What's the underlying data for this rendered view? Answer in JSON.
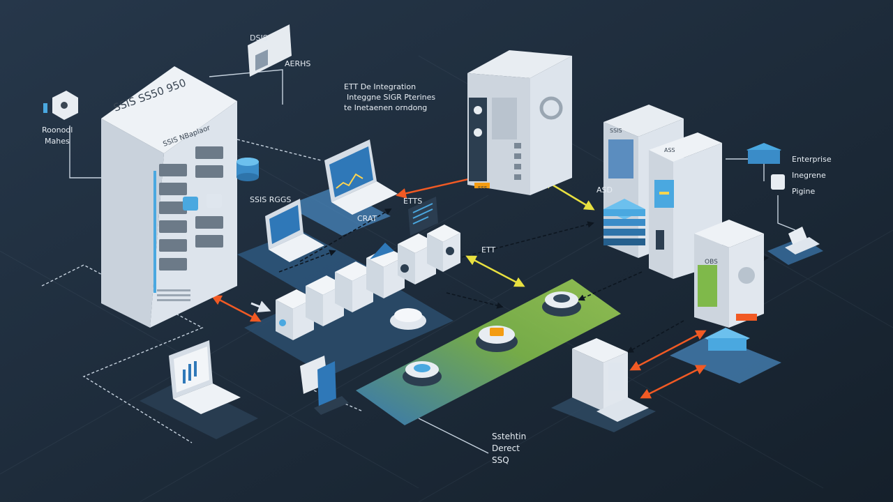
{
  "labels": {
    "server_title": "SSIS SS50 950",
    "server_sub": "SSIS NBaplaor",
    "top_card": "DSIS",
    "top_card_label": "AERHS",
    "roles": [
      "Roonodl",
      "Mahes"
    ],
    "note": [
      "ETT De Integration",
      "Integgne SIGR Pterines",
      "te Inetaenen orndong"
    ],
    "ssis_node": "SSIS RGGS",
    "etts": "ETTS",
    "laptop_tag": "CRAT",
    "mid_tag": "ETT",
    "stack_tag": "ASD",
    "enterprise": [
      "Enterprise",
      "Inegrene",
      "Pigine"
    ],
    "bottom_note": [
      "Sstehtin",
      "Derect",
      "SSQ"
    ],
    "top_server_tag": "SSS",
    "right_server_tag": "ASS",
    "mid_server_tag": "SSIS",
    "right_tower_tag": "OBS"
  },
  "colors": {
    "background": "#1e2c3a",
    "accent_blue": "#4aa8e0",
    "accent_green": "#8bc34a",
    "accent_orange": "#f15a24",
    "accent_yellow": "#ffeb3b",
    "panel_light": "#e0e6ed"
  }
}
